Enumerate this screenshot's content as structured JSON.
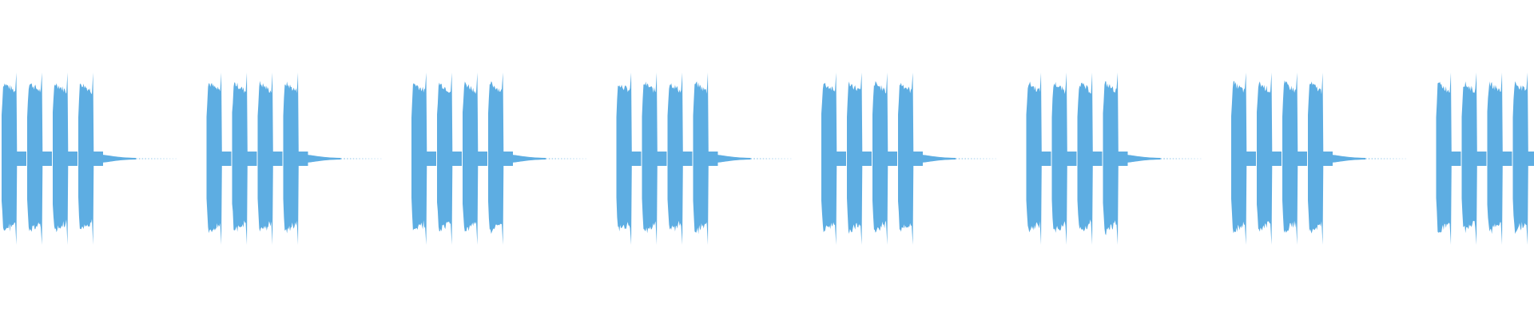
{
  "waveform": {
    "color": "#5dade2",
    "background": "#ffffff",
    "groups": 8,
    "bursts_per_group": 4,
    "layout": "horizontal"
  }
}
